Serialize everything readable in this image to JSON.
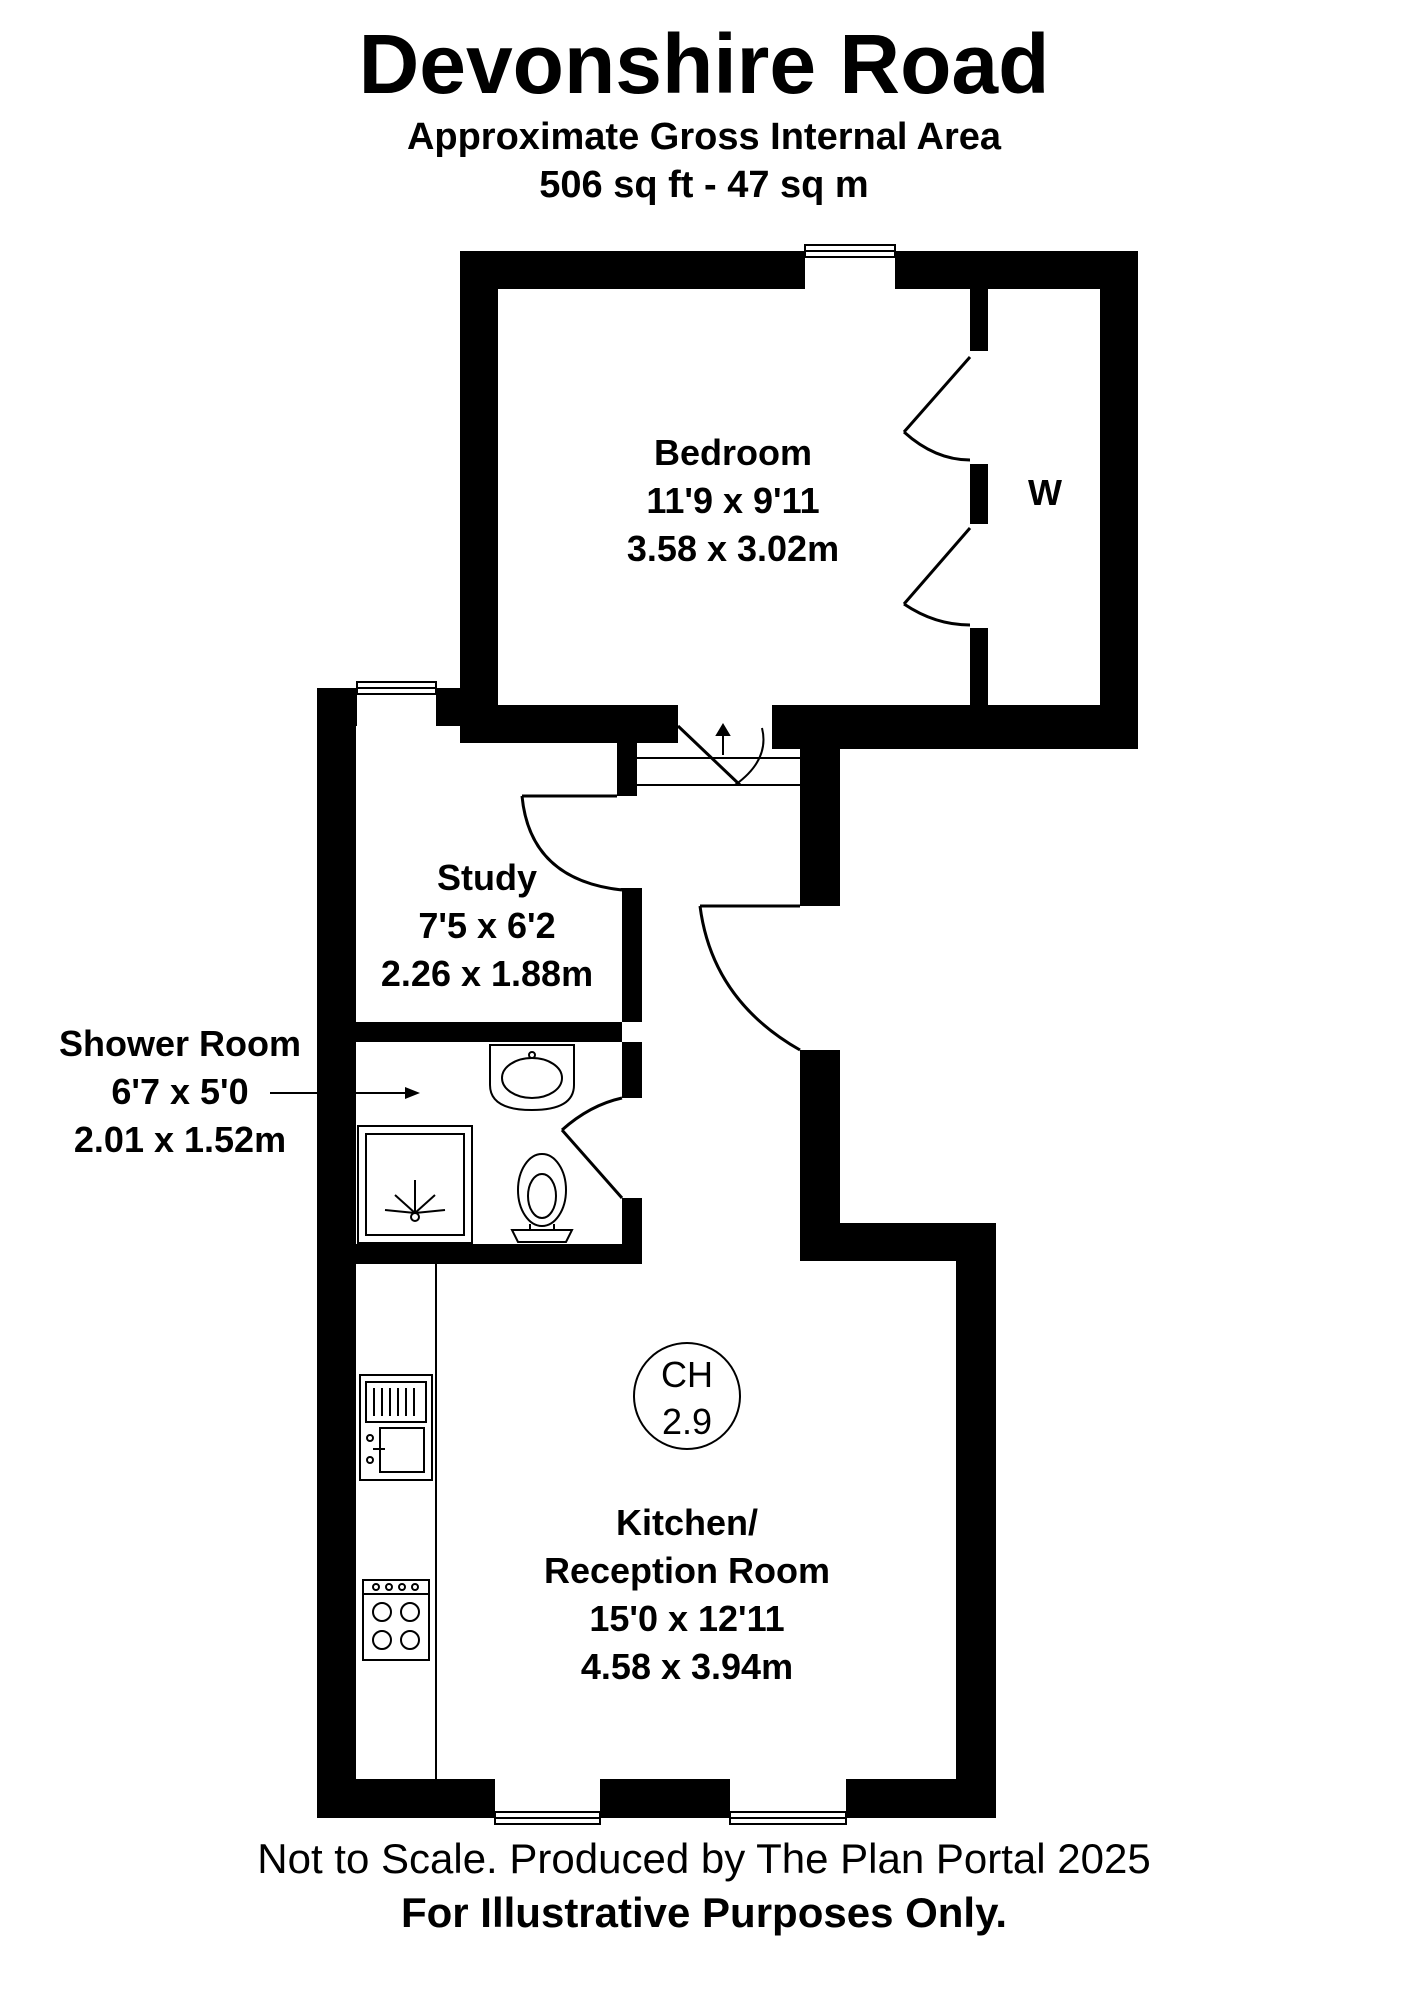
{
  "header": {
    "title": "Devonshire Road",
    "area_label": "Approximate Gross Internal Area",
    "area_value": "506 sq ft - 47 sq m"
  },
  "rooms": {
    "bedroom": {
      "name": "Bedroom",
      "imperial": "11'9 x 9'11",
      "metric": "3.58 x 3.02m"
    },
    "wardrobe": {
      "name": "W"
    },
    "study": {
      "name": "Study",
      "imperial": "7'5 x 6'2",
      "metric": "2.26 x 1.88m"
    },
    "shower": {
      "name": "Shower Room",
      "imperial": "6'7 x 5'0",
      "metric": "2.01 x 1.52m"
    },
    "kitchen": {
      "name_line1": "Kitchen/",
      "name_line2": "Reception Room",
      "imperial": "15'0 x 12'11",
      "metric": "4.58 x 3.94m"
    },
    "ceiling": {
      "label": "CH",
      "value": "2.9"
    }
  },
  "footer": {
    "line1": "Not to Scale. Produced by The Plan Portal 2025",
    "line2": "For Illustrative Purposes Only."
  },
  "colors": {
    "wall": "#000000",
    "background": "#ffffff"
  }
}
